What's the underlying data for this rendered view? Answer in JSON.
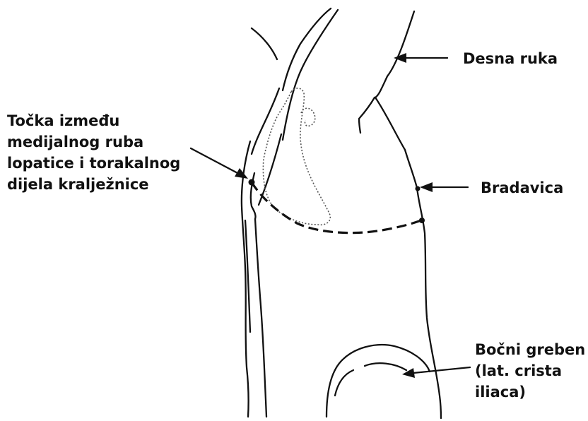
{
  "labels": {
    "right_arm": "Desna ruka",
    "point": [
      "Točka između",
      "medijalnog ruba",
      "lopatice i torakalnog",
      "dijela kralježnice"
    ],
    "nipple": "Bradavica",
    "iliac_crest": [
      "Bočni greben",
      "(lat. crista",
      "iliaca)"
    ]
  },
  "colors": {
    "ink": "#111111",
    "background": "#ffffff"
  }
}
